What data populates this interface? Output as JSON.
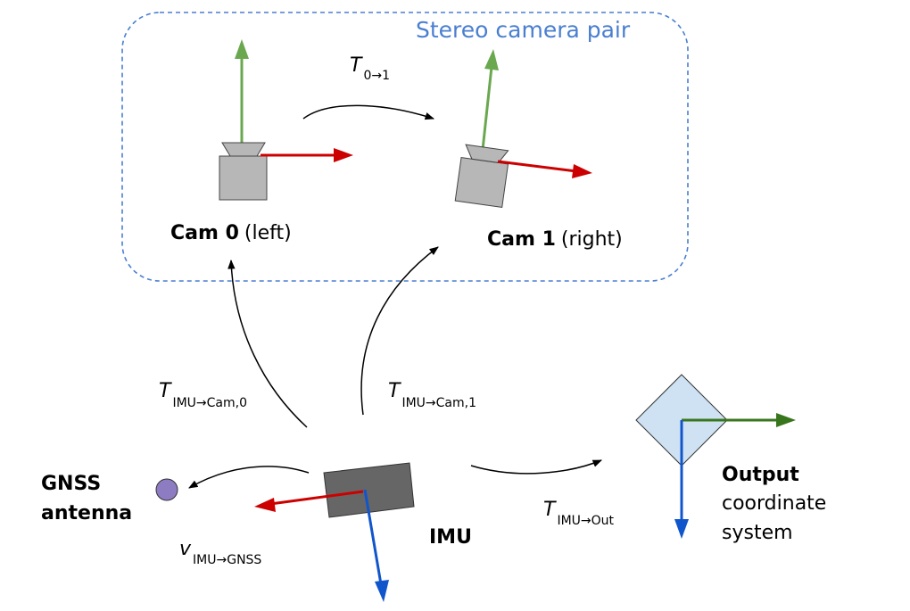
{
  "group": {
    "title": "Stereo camera pair"
  },
  "cam0": {
    "name": "Cam 0",
    "qualifier": "(left)"
  },
  "cam1": {
    "name": "Cam 1",
    "qualifier": "(right)"
  },
  "imu": {
    "name": "IMU"
  },
  "gnss": {
    "line1": "GNSS",
    "line2": "antenna"
  },
  "output": {
    "line1": "Output",
    "line2": "coordinate",
    "line3": "system"
  },
  "transforms": {
    "t01": {
      "symbol": "T",
      "sub": "0→1"
    },
    "imu_cam0": {
      "symbol": "T",
      "sub": "IMU→Cam,0"
    },
    "imu_cam1": {
      "symbol": "T",
      "sub": "IMU→Cam,1"
    },
    "imu_out": {
      "symbol": "T",
      "sub": "IMU→Out"
    },
    "imu_gnss": {
      "symbol": "v",
      "sub": "IMU→GNSS"
    }
  },
  "colors": {
    "x_axis": "#cc0000",
    "y_axis": "#6aa84f",
    "z_axis": "#1155cc",
    "out_x_axis": "#38761d",
    "camera_body": "#b7b7b7",
    "imu_body": "#666666",
    "gnss_dot": "#8e7cc3",
    "output_diamond": "#cfe2f3",
    "group_border": "#4a7fd0"
  }
}
